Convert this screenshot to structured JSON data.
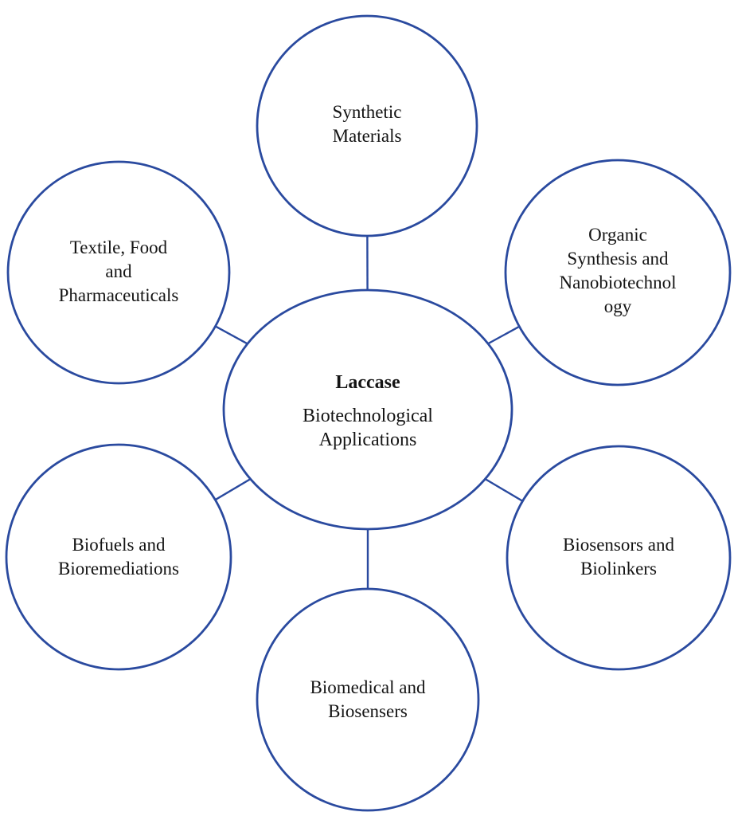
{
  "figure": {
    "colors": {
      "stroke": "#2a4a9f",
      "text": "#141414",
      "background": "#ffffff"
    },
    "center": {
      "title": "Laccase",
      "subtitle": "Biotechnological\nApplications"
    },
    "nodes": [
      {
        "id": "synthetic-materials",
        "position": "top",
        "label": "Synthetic\nMaterials"
      },
      {
        "id": "organic-synthesis-nanobiotechnology",
        "position": "top-right",
        "label": "Organic\nSynthesis and\nNanobiotechnol\nogy"
      },
      {
        "id": "textile-food-pharmaceuticals",
        "position": "top-left",
        "label": "Textile, Food\nand\nPharmaceuticals"
      },
      {
        "id": "biofuels-bioremediations",
        "position": "bottom-left",
        "label": "Biofuels and\nBioremediations"
      },
      {
        "id": "biosensors-biolinkers",
        "position": "bottom-right",
        "label": "Biosensors and\nBiolinkers"
      },
      {
        "id": "biomedical-biosensers",
        "position": "bottom",
        "label": "Biomedical and\nBiosensers"
      }
    ]
  }
}
